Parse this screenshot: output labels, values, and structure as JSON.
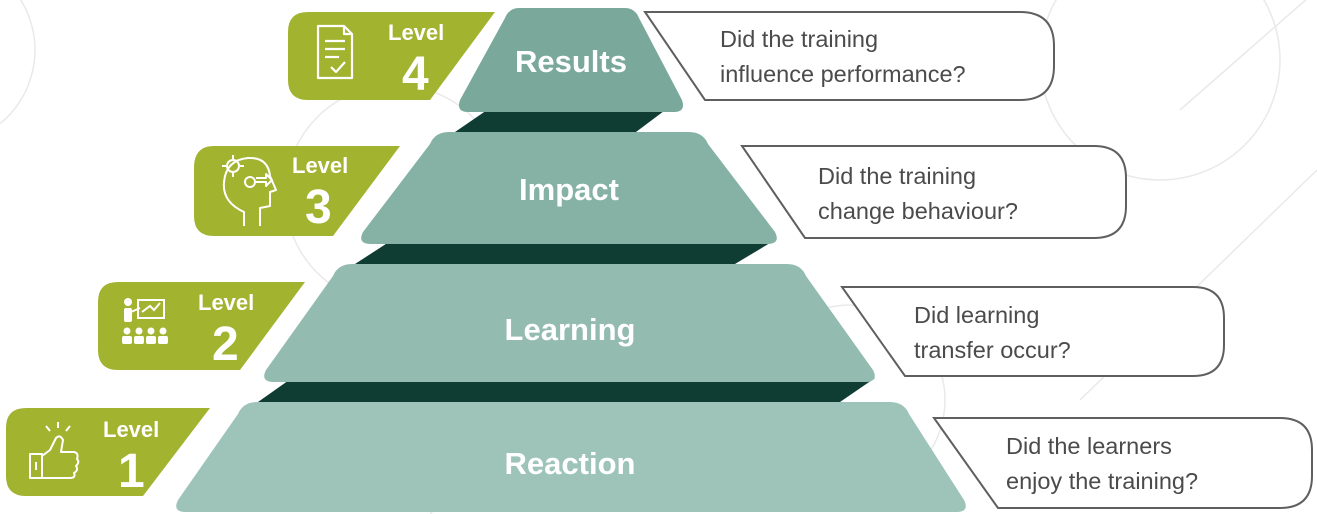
{
  "colors": {
    "badge": "#a2b32f",
    "tier": "#8cb5aa",
    "tier_shadow": "#0f3d33",
    "question_border": "#5f5f5f",
    "question_text": "#4b4b4b"
  },
  "levels": [
    {
      "level_word": "Level",
      "number": "4",
      "tier_label": "Results",
      "icon": "checklist-document-icon",
      "question": [
        "Did the training",
        "influence performance?"
      ]
    },
    {
      "level_word": "Level",
      "number": "3",
      "tier_label": "Impact",
      "icon": "head-gears-behaviour-icon",
      "question": [
        "Did the training",
        "change behaviour?"
      ]
    },
    {
      "level_word": "Level",
      "number": "2",
      "tier_label": "Learning",
      "icon": "presentation-classroom-icon",
      "question": [
        "Did learning",
        "transfer occur?"
      ]
    },
    {
      "level_word": "Level",
      "number": "1",
      "tier_label": "Reaction",
      "icon": "thumbs-up-icon",
      "question": [
        "Did the learners",
        "enjoy the training?"
      ]
    }
  ]
}
